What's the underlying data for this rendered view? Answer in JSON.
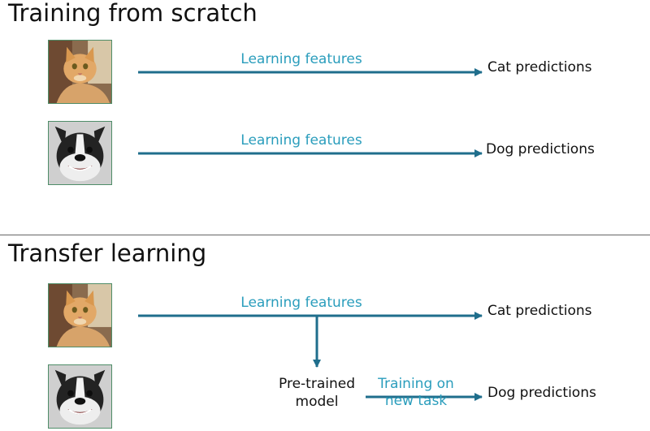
{
  "sections": {
    "scratch": {
      "heading": "Training from scratch",
      "rows": [
        {
          "image": "cat-photo",
          "arrow_label": "Learning features",
          "prediction": "Cat predictions"
        },
        {
          "image": "dog-photo",
          "arrow_label": "Learning features",
          "prediction": "Dog predictions"
        }
      ]
    },
    "transfer": {
      "heading": "Transfer learning",
      "cat_arrow_label": "Learning features",
      "cat_prediction": "Cat predictions",
      "model_label": "Pre-trained model",
      "task_arrow_label": "Training on new task",
      "dog_prediction": "Dog predictions"
    }
  },
  "colors": {
    "arrow": "#1f6e8c",
    "arrow_label": "#2a9dbc",
    "text": "#111111"
  }
}
